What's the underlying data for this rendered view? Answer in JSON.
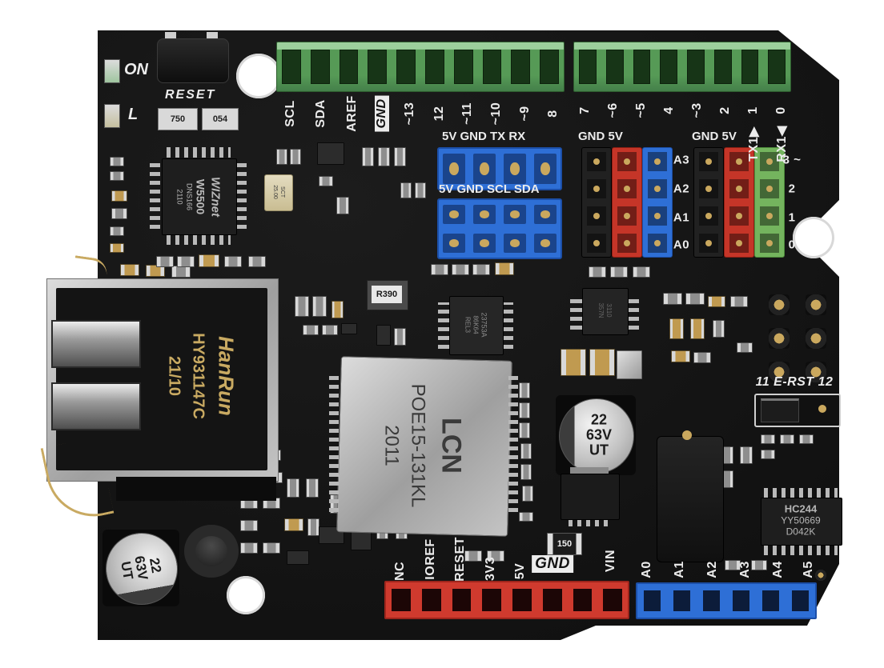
{
  "colors": {
    "pcb": "#121212",
    "silkscreen": "#ececec",
    "terminal_green": "#569a56",
    "header_blue": "#2e6fd6",
    "header_red": "#cf3a2e",
    "header_green": "#74b45e",
    "header_black": "#212121",
    "gold": "#c9aa62"
  },
  "leds": {
    "on": "ON",
    "l": "L"
  },
  "reset_button_label": "RESET",
  "resistor_arrays": [
    "750",
    "054"
  ],
  "top_pins": {
    "left": [
      "SCL",
      "SDA",
      "AREF",
      "GND",
      "~13",
      "12",
      "~11",
      "~10",
      "~9",
      "8"
    ],
    "right": [
      "7",
      "~6",
      "~5",
      "4",
      "~3",
      "2",
      "1",
      "0"
    ],
    "tx": "TX1▶",
    "rx": "RX1◀"
  },
  "serial_header": {
    "title": "5V GND TX RX"
  },
  "i2c_header": {
    "title": "5V GND SCL SDA"
  },
  "analog_block": {
    "power": "GND 5V",
    "rows": [
      "A3",
      "A2",
      "A1",
      "A0"
    ]
  },
  "digital_block": {
    "power": "GND 5V",
    "rows": [
      "3 ~",
      "2",
      "1",
      "0"
    ]
  },
  "erst_jumper": {
    "label": "11 E-RST 12"
  },
  "bottom_power": {
    "labels": [
      "NC",
      "IOREF",
      "RESET",
      "3V3",
      "5V"
    ],
    "gnd": "GND",
    "vin": "VIN"
  },
  "bottom_analog": {
    "labels": [
      "A0",
      "A1",
      "A2",
      "A3",
      "A4",
      "A5"
    ]
  },
  "ics": {
    "wiznet": {
      "lines": [
        "WIZnet",
        "W5500",
        "DNS166",
        "2110"
      ]
    },
    "crystal": {
      "lines": [
        "SCT",
        "25.00"
      ]
    },
    "ethernet_jack": {
      "lines": [
        "HanRun",
        "HY931147C",
        "21/10"
      ]
    },
    "poe_module": {
      "lines": [
        "LCN",
        "POE15-131KL",
        "2011"
      ]
    },
    "cap_top": {
      "lines": [
        "22",
        "63V",
        "UT"
      ]
    },
    "cap_bottom": {
      "lines": [
        "22",
        "63V",
        "UT"
      ]
    },
    "hc244": {
      "lines": [
        "HC244",
        "YY50669",
        "D042K"
      ]
    },
    "soic": {
      "lines": [
        "23753A",
        "86K64",
        "REL3"
      ]
    },
    "opto": {
      "lines": [
        "3110",
        "357N"
      ]
    },
    "r390": "R390",
    "r150": "150"
  },
  "decor": {
    "passives": [
      [
        137,
        196,
        16,
        10,
        "g"
      ],
      [
        137,
        214,
        16,
        10,
        "g"
      ],
      [
        139,
        238,
        18,
        12,
        "b"
      ],
      [
        139,
        260,
        18,
        12,
        "g"
      ],
      [
        137,
        283,
        16,
        10,
        "g"
      ],
      [
        137,
        304,
        16,
        10,
        "b"
      ],
      [
        150,
        330,
        22,
        13,
        "b"
      ],
      [
        182,
        331,
        22,
        13,
        "b"
      ],
      [
        214,
        332,
        22,
        13,
        "g"
      ],
      [
        345,
        186,
        12,
        18,
        "g"
      ],
      [
        362,
        186,
        12,
        18,
        "g"
      ],
      [
        396,
        178,
        32,
        26,
        "d"
      ],
      [
        452,
        184,
        13,
        22,
        "g"
      ],
      [
        472,
        184,
        13,
        22,
        "g"
      ],
      [
        492,
        184,
        13,
        22,
        "g"
      ],
      [
        398,
        220,
        16,
        11,
        "g"
      ],
      [
        420,
        246,
        14,
        20,
        "g"
      ],
      [
        500,
        228,
        12,
        18,
        "g"
      ],
      [
        518,
        228,
        12,
        18,
        "g"
      ],
      [
        538,
        330,
        20,
        12,
        "g"
      ],
      [
        564,
        330,
        20,
        12,
        "g"
      ],
      [
        590,
        330,
        20,
        12,
        "g"
      ],
      [
        618,
        328,
        22,
        14,
        "b"
      ],
      [
        195,
        320,
        20,
        12,
        "g"
      ],
      [
        221,
        320,
        20,
        12,
        "g"
      ],
      [
        248,
        318,
        24,
        14,
        "b"
      ],
      [
        280,
        320,
        20,
        12,
        "g"
      ],
      [
        310,
        320,
        20,
        12,
        "g"
      ],
      [
        368,
        370,
        16,
        24,
        "g"
      ],
      [
        390,
        370,
        16,
        24,
        "g"
      ],
      [
        414,
        376,
        13,
        20,
        "b"
      ],
      [
        378,
        406,
        18,
        11,
        "g"
      ],
      [
        402,
        406,
        18,
        11,
        "g"
      ],
      [
        426,
        404,
        18,
        12,
        "d"
      ],
      [
        470,
        406,
        16,
        24,
        "d"
      ],
      [
        492,
        410,
        13,
        20,
        "g"
      ],
      [
        735,
        333,
        20,
        12,
        "g"
      ],
      [
        762,
        333,
        20,
        12,
        "g"
      ],
      [
        790,
        333,
        20,
        12,
        "g"
      ],
      [
        828,
        366,
        22,
        13,
        "g"
      ],
      [
        856,
        366,
        22,
        13,
        "g"
      ],
      [
        884,
        370,
        20,
        12,
        "b"
      ],
      [
        912,
        370,
        20,
        12,
        "g"
      ],
      [
        836,
        398,
        16,
        24,
        "b"
      ],
      [
        862,
        398,
        16,
        24,
        "b"
      ],
      [
        890,
        400,
        13,
        20,
        "g"
      ],
      [
        838,
        438,
        22,
        13,
        "b"
      ],
      [
        866,
        440,
        20,
        12,
        "g"
      ],
      [
        920,
        428,
        18,
        11,
        "g"
      ],
      [
        700,
        436,
        30,
        32,
        "b"
      ],
      [
        736,
        436,
        30,
        32,
        "b"
      ],
      [
        770,
        438,
        30,
        34,
        "m"
      ],
      [
        648,
        478,
        12,
        18,
        "g"
      ],
      [
        648,
        503,
        12,
        18,
        "g"
      ],
      [
        648,
        528,
        12,
        18,
        "g"
      ],
      [
        650,
        554,
        12,
        18,
        "g"
      ],
      [
        650,
        580,
        12,
        18,
        "g"
      ],
      [
        652,
        607,
        12,
        18,
        "g"
      ],
      [
        302,
        562,
        20,
        12,
        "g"
      ],
      [
        329,
        562,
        20,
        12,
        "g"
      ],
      [
        300,
        589,
        24,
        14,
        "b"
      ],
      [
        331,
        590,
        20,
        12,
        "g"
      ],
      [
        358,
        598,
        14,
        22,
        "g"
      ],
      [
        382,
        598,
        14,
        22,
        "g"
      ],
      [
        300,
        622,
        20,
        12,
        "g"
      ],
      [
        328,
        622,
        20,
        12,
        "g"
      ],
      [
        355,
        648,
        22,
        14,
        "b"
      ],
      [
        300,
        650,
        20,
        12,
        "g"
      ],
      [
        384,
        648,
        13,
        20,
        "g"
      ],
      [
        300,
        678,
        20,
        12,
        "g"
      ],
      [
        328,
        678,
        20,
        12,
        "g"
      ],
      [
        358,
        688,
        26,
        16,
        "d"
      ],
      [
        398,
        658,
        30,
        20,
        "d"
      ],
      [
        438,
        656,
        24,
        30,
        "d"
      ],
      [
        412,
        618,
        15,
        22,
        "g"
      ],
      [
        438,
        618,
        15,
        22,
        "g"
      ],
      [
        470,
        652,
        13,
        20,
        "g"
      ],
      [
        494,
        652,
        13,
        20,
        "g"
      ],
      [
        580,
        688,
        20,
        12,
        "g"
      ],
      [
        608,
        688,
        20,
        12,
        "g"
      ],
      [
        648,
        640,
        16,
        10,
        "g"
      ],
      [
        900,
        558,
        14,
        20,
        "g"
      ],
      [
        924,
        558,
        14,
        20,
        "g"
      ],
      [
        900,
        588,
        14,
        20,
        "g"
      ],
      [
        950,
        543,
        16,
        10,
        "g"
      ],
      [
        974,
        543,
        16,
        10,
        "g"
      ],
      [
        998,
        543,
        16,
        10,
        "g"
      ],
      [
        950,
        562,
        16,
        10,
        "g"
      ],
      [
        905,
        700,
        18,
        11,
        "g"
      ],
      [
        938,
        700,
        18,
        11,
        "g"
      ],
      [
        960,
        368,
        26,
        26,
        "v"
      ],
      [
        1006,
        368,
        26,
        26,
        "v"
      ],
      [
        960,
        410,
        26,
        26,
        "v"
      ],
      [
        1006,
        410,
        26,
        26,
        "v"
      ],
      [
        960,
        452,
        26,
        26,
        "v"
      ],
      [
        1006,
        452,
        26,
        26,
        "v"
      ],
      [
        1018,
        712,
        14,
        14,
        "v"
      ]
    ]
  }
}
